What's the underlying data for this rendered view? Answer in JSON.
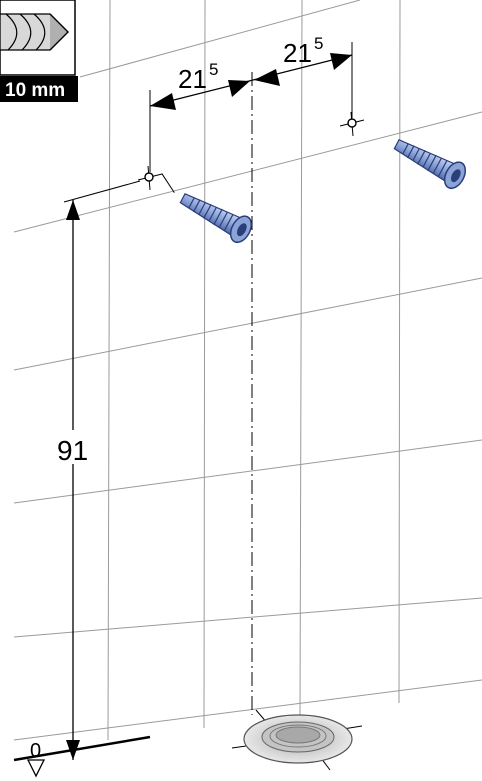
{
  "drill_badge": {
    "label": "10 mm"
  },
  "dimensions": {
    "left_offset": {
      "main": "21",
      "sup": "5"
    },
    "right_offset": {
      "main": "21",
      "sup": "5"
    },
    "height": "91",
    "floor_zero": "0"
  },
  "icons": [
    "drill-bit-icon",
    "wall-plug-icon",
    "floor-drain-icon"
  ],
  "colors": {
    "plug": "#8aa3d8",
    "plug_dark": "#2c3e78",
    "tile_line": "#9a9a9a",
    "badge_bg": "#000000",
    "badge_text": "#ffffff"
  }
}
